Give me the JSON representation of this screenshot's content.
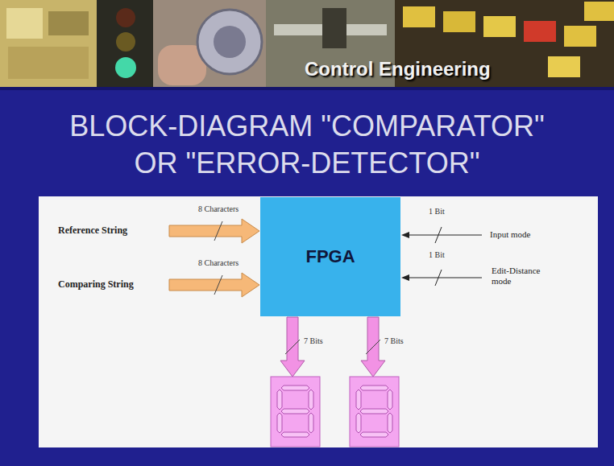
{
  "diagram": {
    "title": "BLOCK-DIAGRAM \"COMPARATOR\" OR \"ERROR-DETECTOR\"",
    "nodes": [
      {
        "text": [
          "FPGA"
        ]
      }
    ],
    "labels": [
      "Control Engineering",
      "Reference String",
      "8 Characters",
      "Comparing String",
      "8 Characters",
      "1 Bit",
      "Input mode",
      "1 Bit",
      "Edit-Distance mode",
      "7 Bits",
      "7 Bits"
    ]
  }
}
